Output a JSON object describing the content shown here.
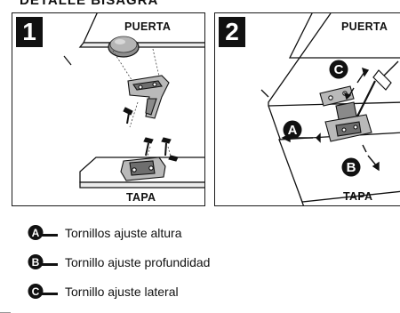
{
  "header": {
    "title": "DETALLE BISAGRA"
  },
  "steps": [
    {
      "number": "1",
      "label_top": "PUERTA",
      "label_bottom": "TAPA"
    },
    {
      "number": "2",
      "label_top": "PUERTA",
      "label_bottom": "TAPA"
    }
  ],
  "callouts": {
    "a": "A",
    "b": "B",
    "c": "C"
  },
  "legend": [
    {
      "letter": "A",
      "text": "Tornillos ajuste altura"
    },
    {
      "letter": "B",
      "text": "Tornillo ajuste profundidad"
    },
    {
      "letter": "C",
      "text": "Tornillo ajuste lateral"
    }
  ],
  "colors": {
    "ink": "#111111",
    "metal": "#b9b9b9",
    "metal_dark": "#6e6e6e",
    "cup": "#8d8d8d"
  }
}
